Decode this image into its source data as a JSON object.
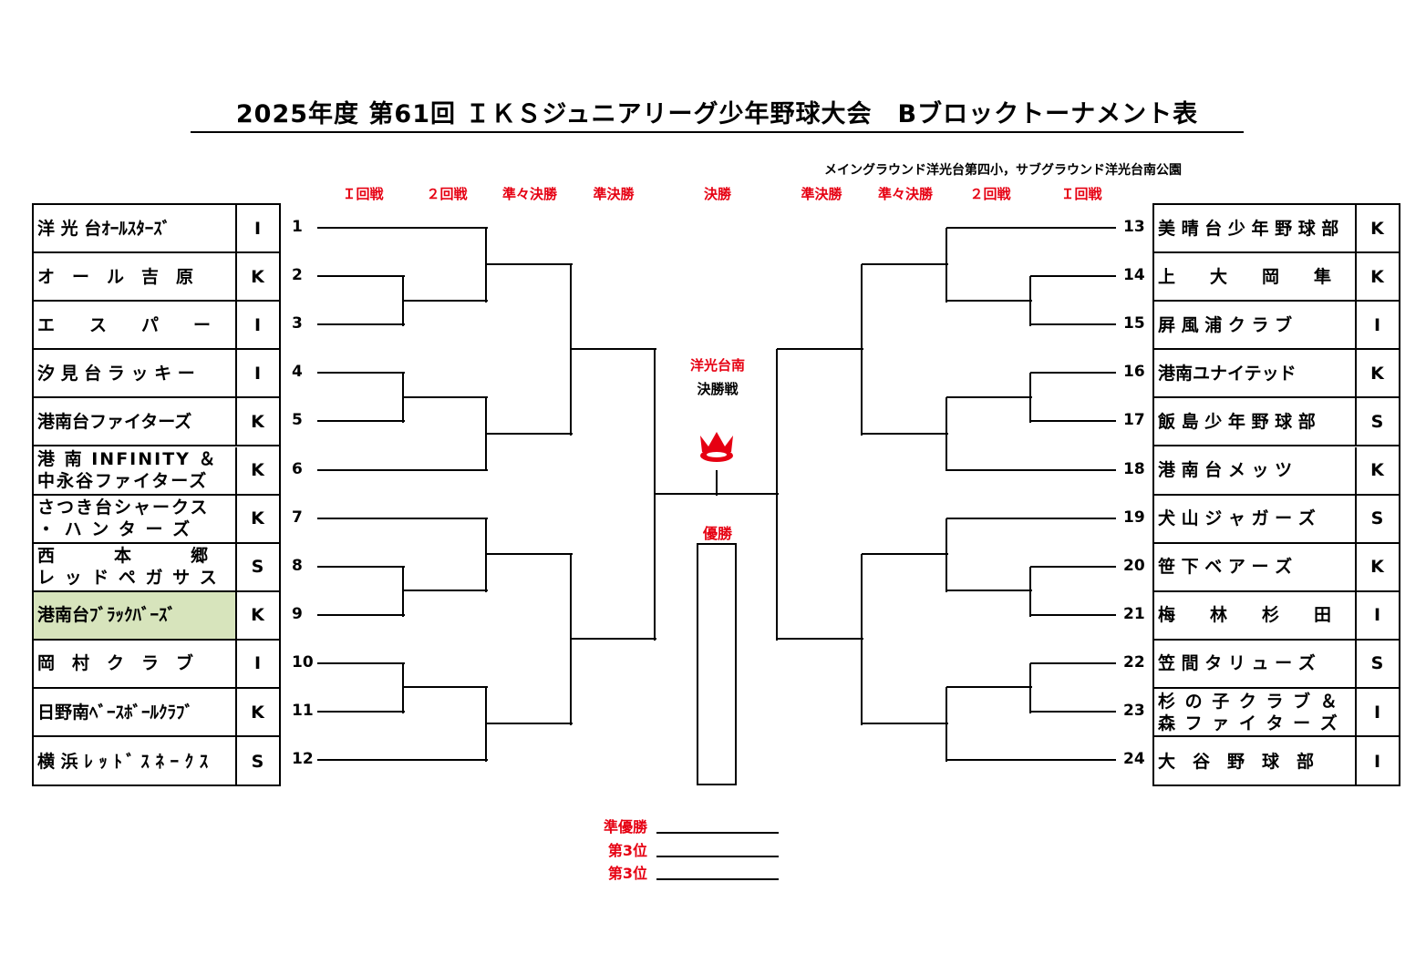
{
  "title": "2025年度 第61回 ＩＫＳジュニアリーグ少年野球大会　Bブロックトーナメント表",
  "subtitle": "メイングラウンド洋光台第四小，サブグラウンド洋光台南公園",
  "round_labels_left": [
    "Ｉ回戦",
    "２回戦",
    "準々決勝",
    "準決勝"
  ],
  "round_label_final": "決勝",
  "round_labels_right": [
    "準決勝",
    "準々決勝",
    "２回戦",
    "Ｉ回戦"
  ],
  "venue": {
    "name": "洋光台南",
    "match": "決勝戦"
  },
  "crown_icon": "crown-icon",
  "winner_label": "優勝",
  "places": [
    "準優勝",
    "第3位",
    "第3位"
  ],
  "colors": {
    "accent_red": "#e60012",
    "highlight_green": "#d7e4bc"
  },
  "left_teams": [
    {
      "seed": "1",
      "name": "洋 光 台ｵｰﾙｽﾀｰｽﾞ",
      "code": "I"
    },
    {
      "seed": "2",
      "name": "オ　ー　ル　吉　原",
      "code": "K"
    },
    {
      "seed": "3",
      "name": "エ　　ス　　パ　　ー",
      "code": "I"
    },
    {
      "seed": "4",
      "name": "汐 見 台 ラ ッ キ ー",
      "code": "I"
    },
    {
      "seed": "5",
      "name": "港南台ファイターズ",
      "code": "K"
    },
    {
      "seed": "6",
      "name": "港 南 INFINITY ＆\n中永谷ファイターズ",
      "code": "K"
    },
    {
      "seed": "7",
      "name": "さつき台シャークス\n・ ハ ン タ ー ズ",
      "code": "K"
    },
    {
      "seed": "8",
      "name": "西　　　本　　　郷\nレ ッ ド ペ ガ サ ス",
      "code": "S"
    },
    {
      "seed": "9",
      "name": "港南台ﾌﾞﾗｯｸﾊﾞｰｽﾞ",
      "code": "K",
      "highlight": true
    },
    {
      "seed": "10",
      "name": "岡　村　ク　ラ　ブ",
      "code": "I"
    },
    {
      "seed": "11",
      "name": "日野南ﾍﾞｰｽﾎﾞｰﾙｸﾗﾌﾞ",
      "code": "K"
    },
    {
      "seed": "12",
      "name": "横 浜 ﾚ ｯ ﾄ ﾞ ｽ ﾈ ｰ ｸ ｽ",
      "code": "S"
    }
  ],
  "right_teams": [
    {
      "seed": "13",
      "name": "美 晴 台 少 年 野 球 部",
      "code": "K"
    },
    {
      "seed": "14",
      "name": "上　　大　　岡　　隼",
      "code": "K"
    },
    {
      "seed": "15",
      "name": "屛 風 浦 ク ラ ブ",
      "code": "I"
    },
    {
      "seed": "16",
      "name": "港南ユナイテッド",
      "code": "K"
    },
    {
      "seed": "17",
      "name": "飯 島 少 年 野 球 部",
      "code": "S"
    },
    {
      "seed": "18",
      "name": "港 南 台 メ ッ ツ",
      "code": "K"
    },
    {
      "seed": "19",
      "name": "犬 山 ジ ャ ガ ー ズ",
      "code": "S"
    },
    {
      "seed": "20",
      "name": "笹 下 ベ ア ー ズ",
      "code": "K"
    },
    {
      "seed": "21",
      "name": "梅　　林　　杉　　田",
      "code": "I"
    },
    {
      "seed": "22",
      "name": "笠 間 タ リ ュ ー ズ",
      "code": "S"
    },
    {
      "seed": "23",
      "name": "杉 の 子 ク ラ ブ ＆\n森 フ ァ イ タ ー ズ",
      "code": "I"
    },
    {
      "seed": "24",
      "name": "大　谷　野　球　部",
      "code": "I"
    }
  ]
}
